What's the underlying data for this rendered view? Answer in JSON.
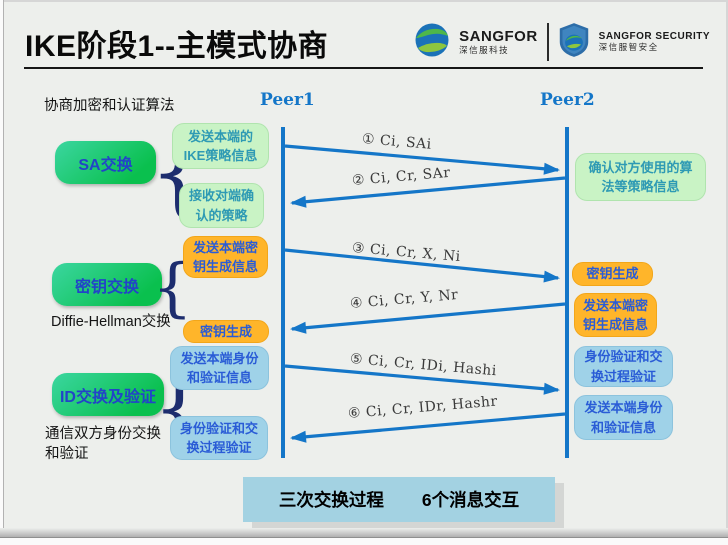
{
  "header": {
    "title": "IKE阶段1--主模式协商",
    "brand1": {
      "name": "SANGFOR",
      "subtitle": "深信服科技"
    },
    "brand2": {
      "name": "SANGFOR SECURITY",
      "subtitle": "深信服智安全"
    }
  },
  "diagram": {
    "peer1": "Peer1",
    "peer2": "Peer2",
    "note_top": "协商加密和认证算法",
    "note_dh": "Diffie-Hellman交换",
    "note_id": "通信双方身份交换\n和验证",
    "brace": "{",
    "stages": [
      {
        "label": "SA交换"
      },
      {
        "label": "密钥交换"
      },
      {
        "label": "ID交换及验证"
      }
    ],
    "peer1_boxes": [
      {
        "text": "发送本端的\nIKE策略信息",
        "color": "pale-green"
      },
      {
        "text": "接收对端确\n认的策略",
        "color": "pale-green"
      },
      {
        "text": "发送本端密\n钥生成信息",
        "color": "orange"
      },
      {
        "text": "密钥生成",
        "color": "orange"
      },
      {
        "text": "发送本端身份\n和验证信息",
        "color": "light-blue"
      },
      {
        "text": "身份验证和交\n换过程验证",
        "color": "light-blue"
      }
    ],
    "peer2_boxes": [
      {
        "text": "确认对方使用的算\n法等策略信息",
        "color": "pale-green"
      },
      {
        "text": "密钥生成",
        "color": "orange"
      },
      {
        "text": "发送本端密\n钥生成信息",
        "color": "orange"
      },
      {
        "text": "身份验证和交\n换过程验证",
        "color": "light-blue"
      },
      {
        "text": "发送本端身份\n和验证信息",
        "color": "light-blue"
      }
    ],
    "messages": [
      {
        "text": "① Ci, SAi",
        "from": "Peer1",
        "to": "Peer2"
      },
      {
        "text": "② Ci, Cr, SAr",
        "from": "Peer2",
        "to": "Peer1"
      },
      {
        "text": "③ Ci, Cr, X, Ni",
        "from": "Peer1",
        "to": "Peer2"
      },
      {
        "text": "④ Ci, Cr, Y, Nr",
        "from": "Peer2",
        "to": "Peer1"
      },
      {
        "text": "⑤ Ci, Cr, IDi, Hashi",
        "from": "Peer1",
        "to": "Peer2"
      },
      {
        "text": "⑥ Ci, Cr, IDr, Hashr",
        "from": "Peer2",
        "to": "Peer1"
      }
    ]
  },
  "footer": {
    "exchange_count": "三次交换过程",
    "message_count": "6个消息交互"
  },
  "colors": {
    "line_blue": "#1476c8",
    "stage_green_start": "#3bd6a0",
    "stage_green_end": "#0ac04e",
    "box_pale_green": "#c9f3c5",
    "box_orange": "#ffb52a",
    "box_light_blue": "#9fd2e8",
    "footer_blue": "#a3d2e2",
    "stage_text_blue": "#2244c8",
    "box_text_blue": "#2a5cd6",
    "box_text_teal": "#2e9ab4",
    "brace_navy": "#1d2d6e"
  }
}
